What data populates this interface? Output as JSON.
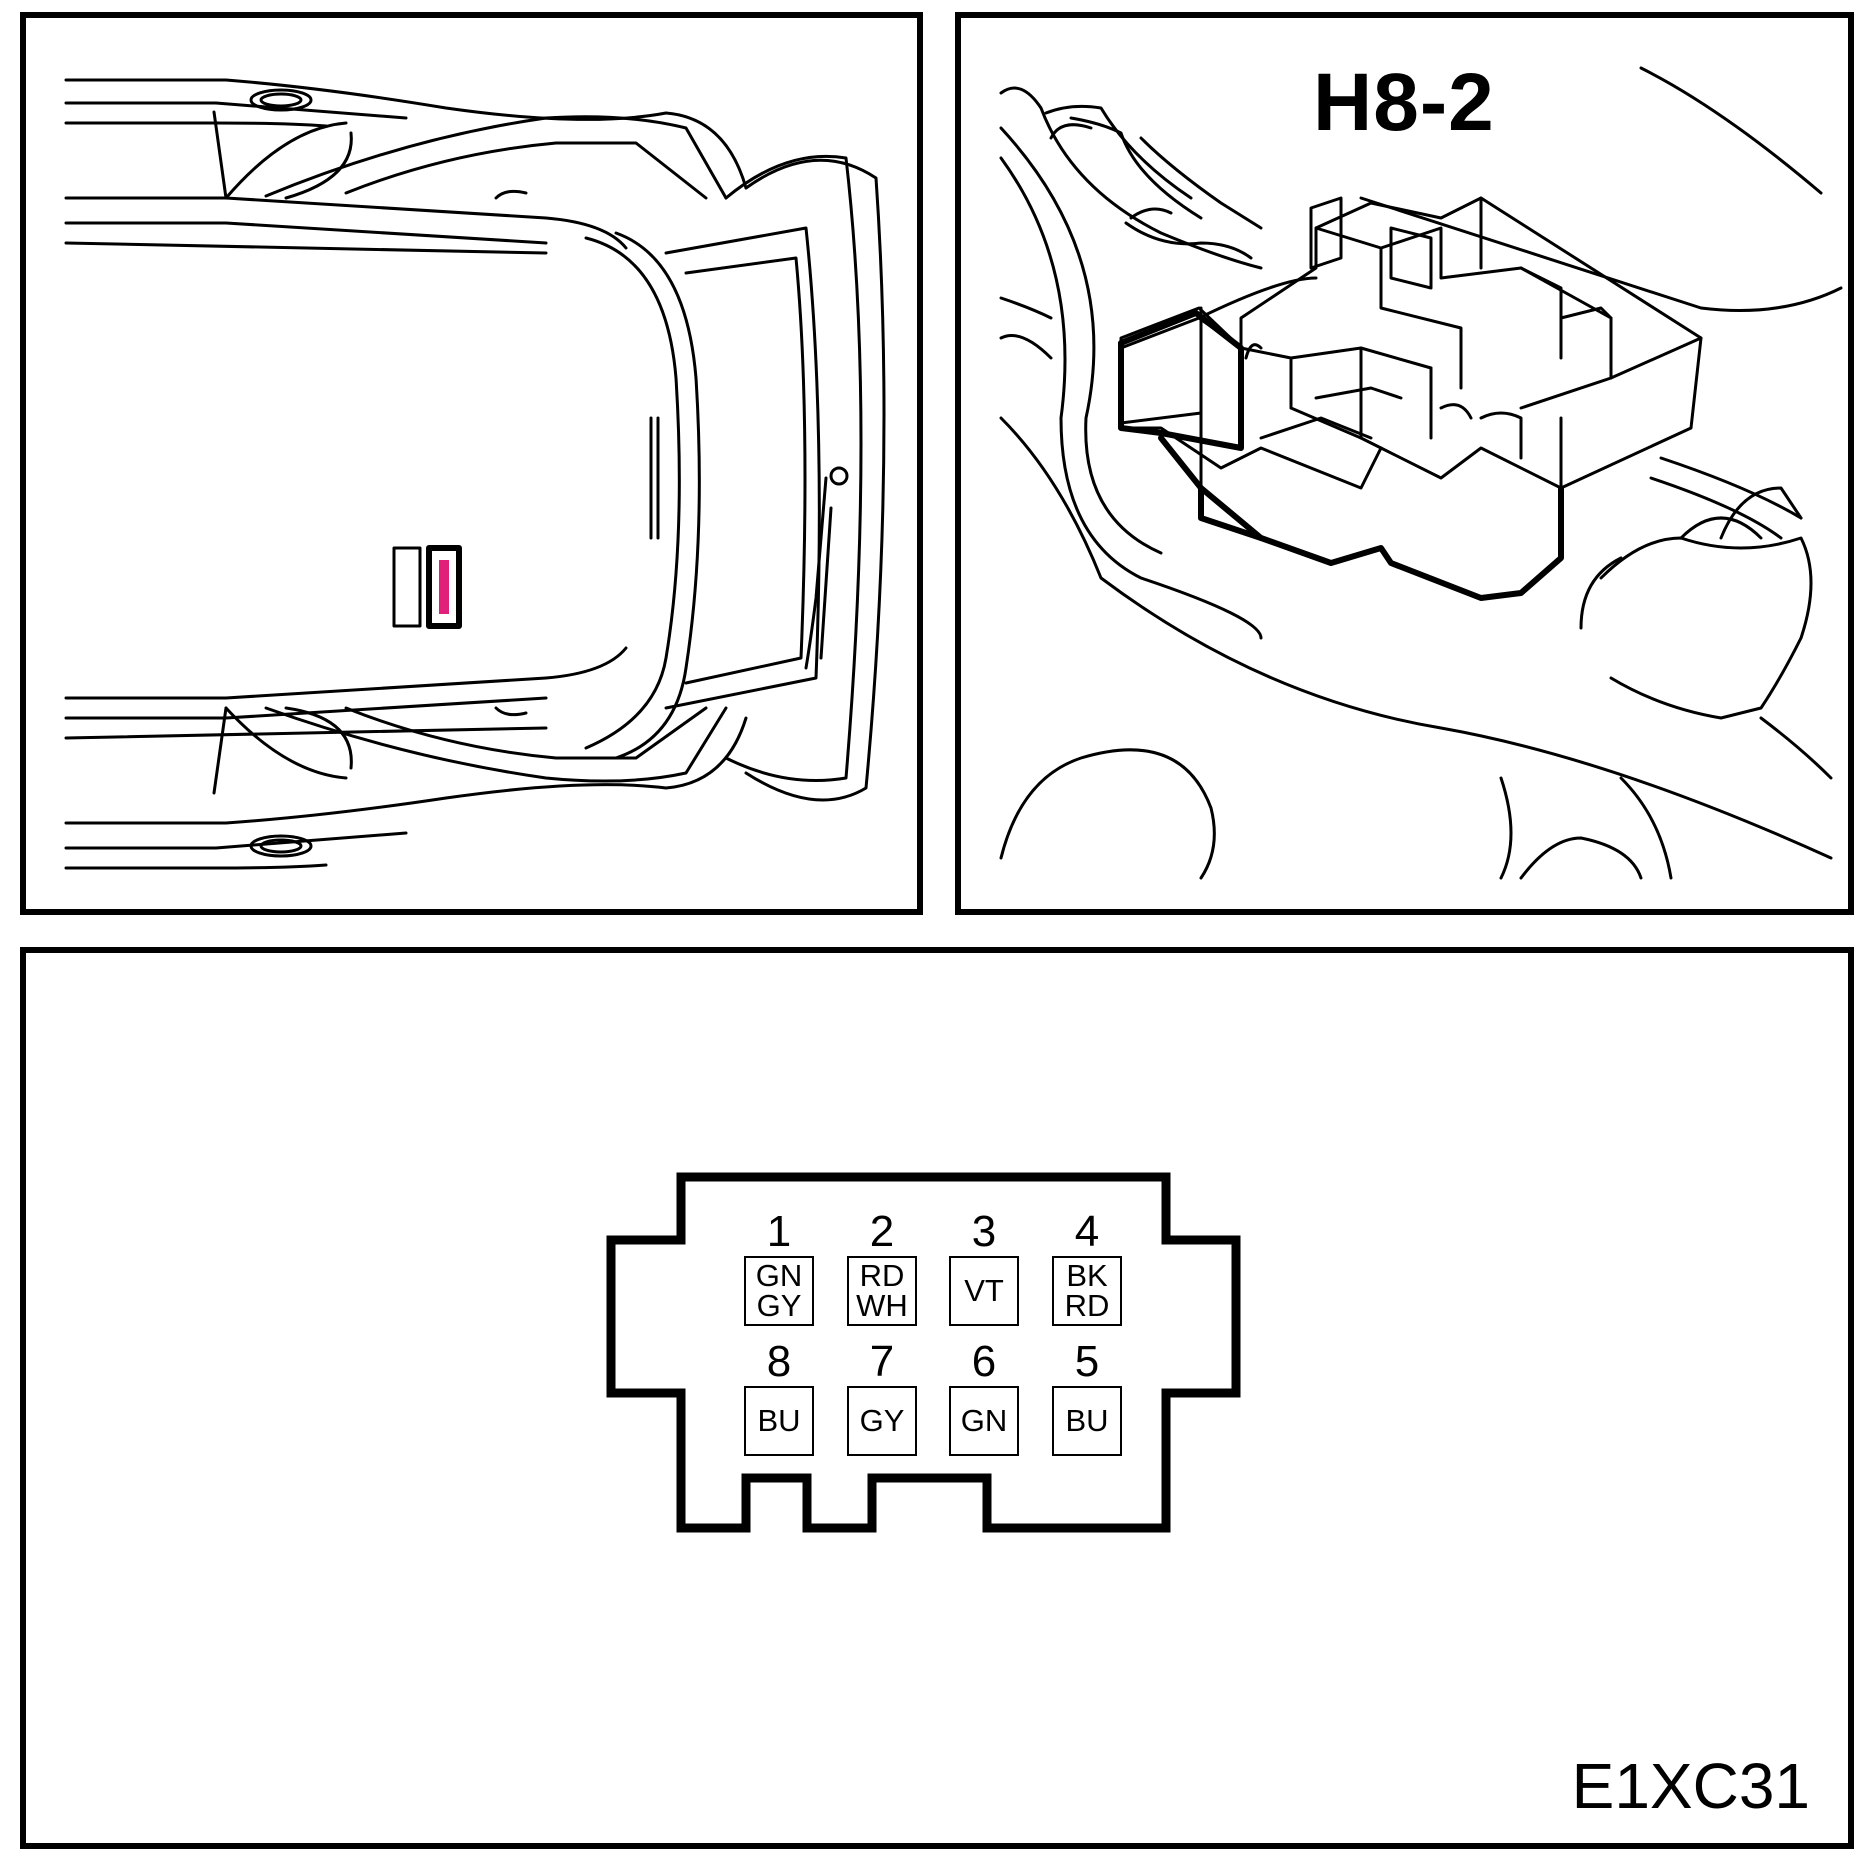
{
  "location_view": {
    "connector_label": "H8-2"
  },
  "connector_face": {
    "pins": [
      {
        "number": "1",
        "colors": [
          "GN",
          "GY"
        ]
      },
      {
        "number": "2",
        "colors": [
          "RD",
          "WH"
        ]
      },
      {
        "number": "3",
        "colors": [
          "VT"
        ]
      },
      {
        "number": "4",
        "colors": [
          "BK",
          "RD"
        ]
      },
      {
        "number": "8",
        "colors": [
          "BU"
        ]
      },
      {
        "number": "7",
        "colors": [
          "GY"
        ]
      },
      {
        "number": "6",
        "colors": [
          "GN"
        ]
      },
      {
        "number": "5",
        "colors": [
          "BU"
        ]
      }
    ]
  },
  "diagram_id": "E1XC31",
  "colors": {
    "highlight": "#e0207a",
    "line": "#000000"
  }
}
